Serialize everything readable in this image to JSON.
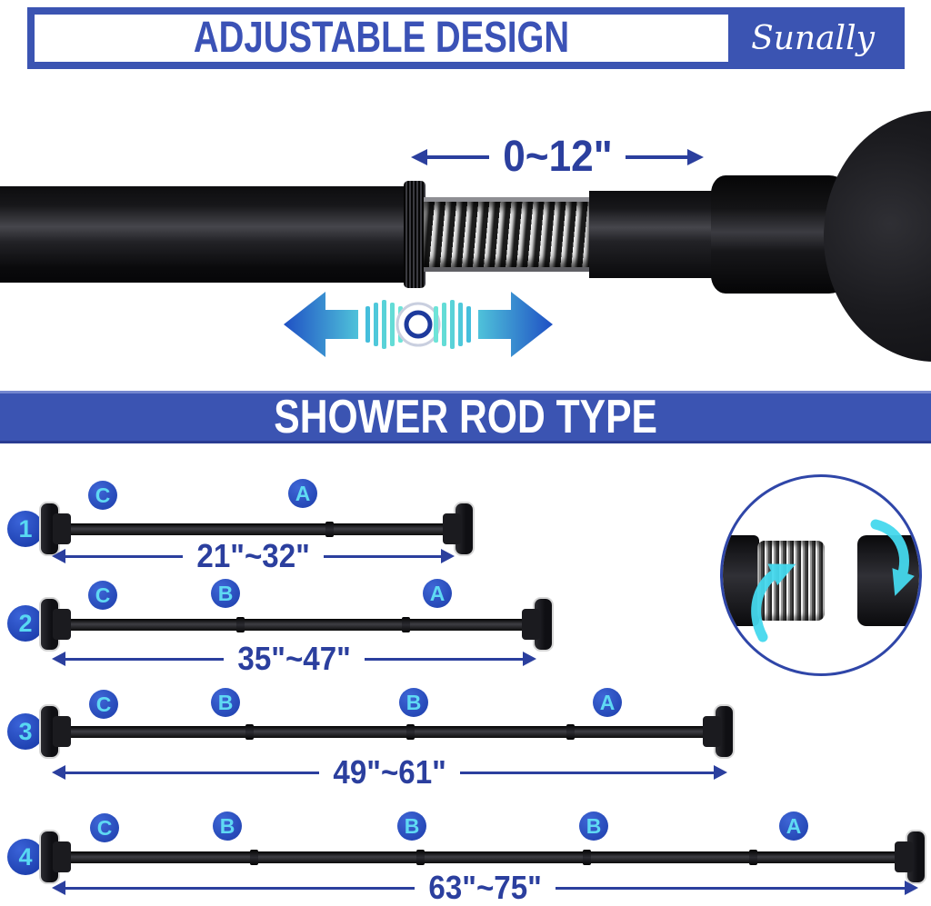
{
  "banner": {
    "title": "ADJUSTABLE DESIGN",
    "brand": "Sunally"
  },
  "hero": {
    "extension_range": "0~12\""
  },
  "section_title": "SHOWER ROD TYPE",
  "rods": [
    {
      "number": "1",
      "labels": [
        "C",
        "A"
      ],
      "range": "21\"~32\""
    },
    {
      "number": "2",
      "labels": [
        "C",
        "B",
        "A"
      ],
      "range": "35\"~47\""
    },
    {
      "number": "3",
      "labels": [
        "C",
        "B",
        "B",
        "A"
      ],
      "range": "49\"~61\""
    },
    {
      "number": "4",
      "labels": [
        "C",
        "B",
        "B",
        "B",
        "A"
      ],
      "range": "63\"~75\""
    }
  ],
  "colors": {
    "banner_blue": "#3b54b2",
    "dimension_blue": "#2b3f9e",
    "label_circle_blue": "#2d53c6",
    "label_text_cyan": "#5fd9f3",
    "rotation_arrow_cyan": "#45d8ee"
  }
}
